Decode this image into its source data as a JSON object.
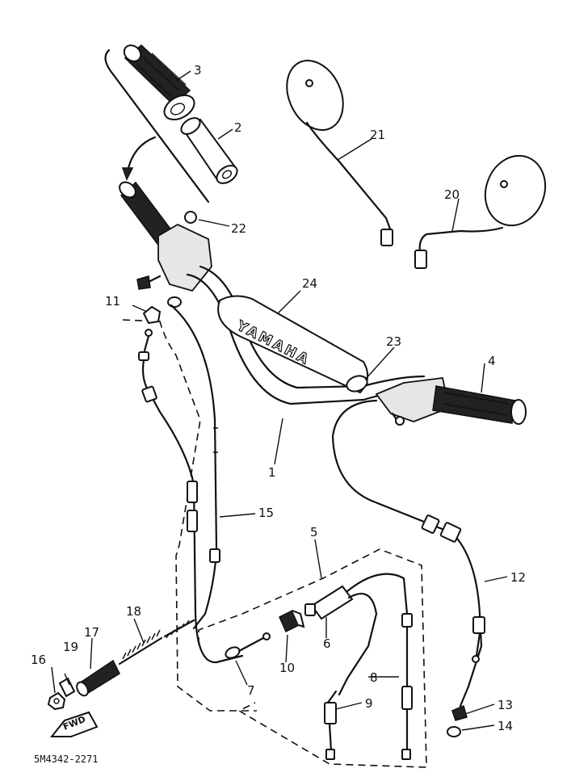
{
  "diagram": {
    "brand_text": "YAMAHA",
    "direction_label": "FWD",
    "drawing_code": "5M4342-2271",
    "callouts": [
      "1",
      "2",
      "3",
      "4",
      "5",
      "6",
      "7",
      "8",
      "9",
      "10",
      "11",
      "12",
      "13",
      "14",
      "15",
      "16",
      "17",
      "18",
      "19",
      "20",
      "21",
      "22",
      "23",
      "24"
    ]
  }
}
